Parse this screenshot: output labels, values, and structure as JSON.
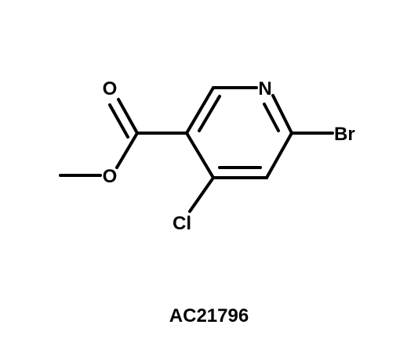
{
  "atoms": {
    "oxygen_carbonyl": "O",
    "oxygen_ester": "O",
    "nitrogen": "N",
    "bromine": "Br",
    "chlorine": "Cl"
  },
  "compound_id": "AC21796",
  "colors": {
    "bond": "#000000",
    "text": "#000000",
    "background": "#ffffff"
  }
}
